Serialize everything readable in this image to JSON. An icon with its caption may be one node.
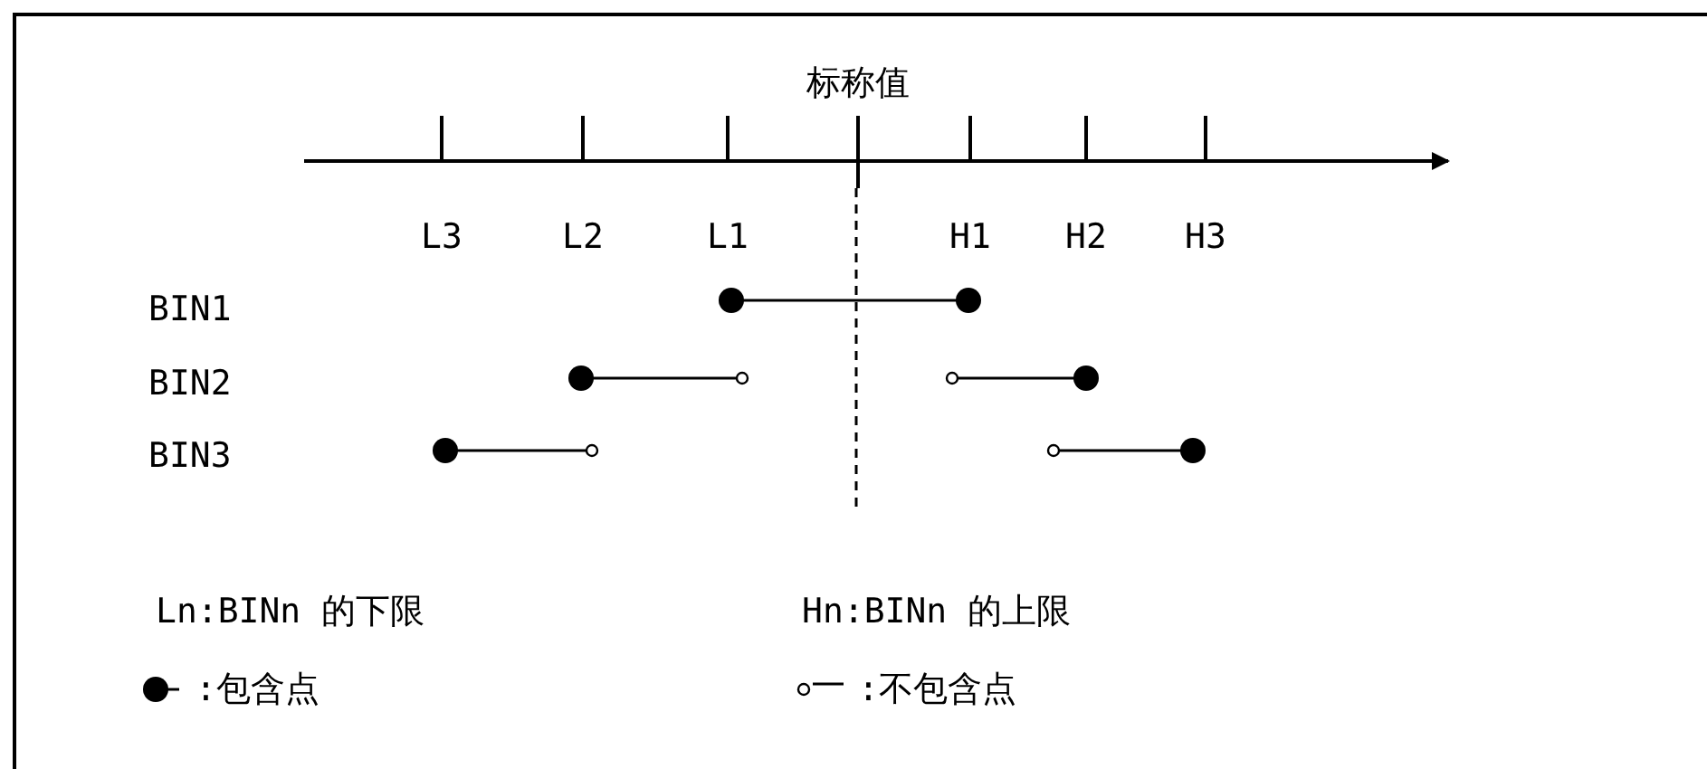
{
  "diagram": {
    "labels": [
      "标称值",
      "L3",
      "L2",
      "L1",
      "H1",
      "H2",
      "H3",
      "BIN1",
      "BIN2",
      "BIN3",
      "Ln:BINn 的下限",
      "Hn:BINn 的上限"
    ],
    "legend": [
      {
        "text": ":包含点"
      },
      {
        "text": ":不包含点"
      }
    ]
  }
}
